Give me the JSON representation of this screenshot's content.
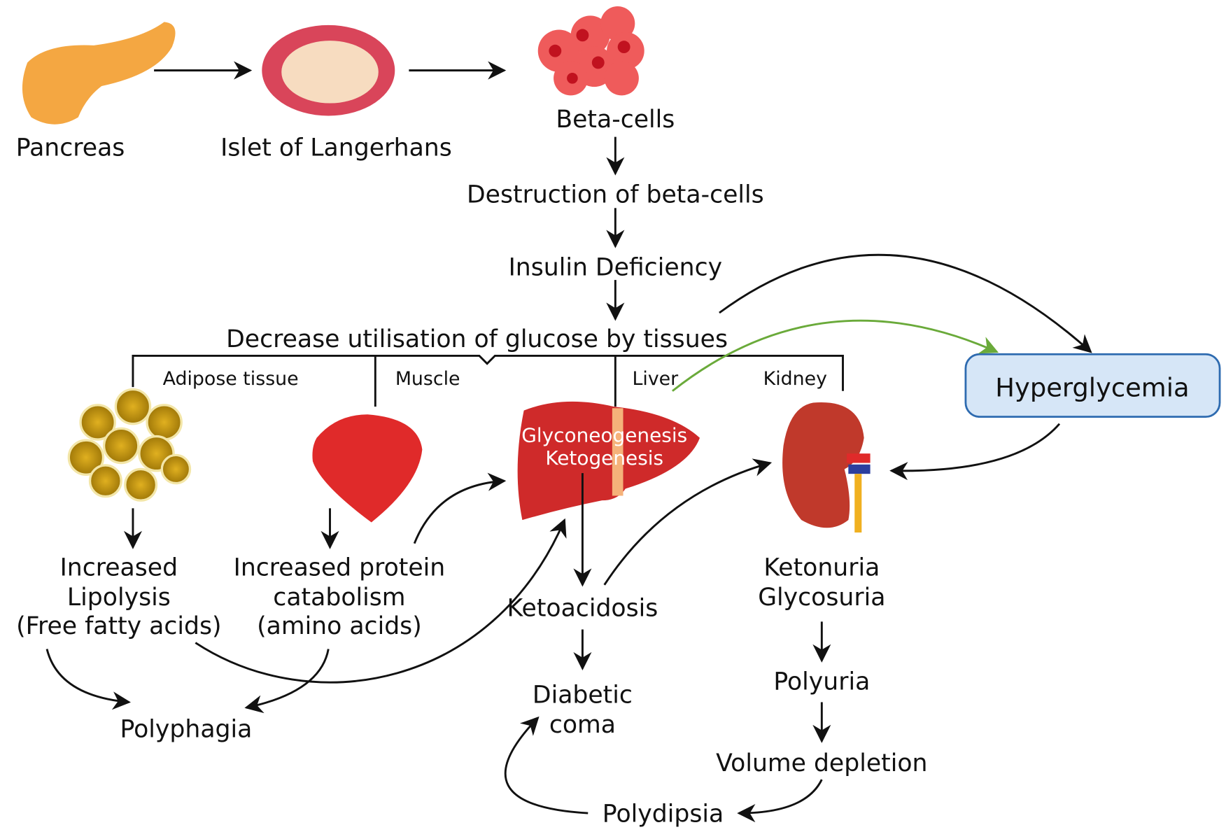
{
  "top": {
    "pancreas": "Pancreas",
    "islet": "Islet of Langerhans",
    "beta": "Beta-cells"
  },
  "chain": {
    "destruction": "Destruction of beta-cells",
    "insulin": "Insulin Deficiency",
    "decrease": "Decrease utilisation of glucose by tissues"
  },
  "tissues": {
    "adipose": "Adipose tissue",
    "muscle": "Muscle",
    "liver": "Liver",
    "kidney": "Kidney"
  },
  "hyperglycemia": "Hyperglycemia",
  "liver_text": [
    "Glyconeogenesis",
    "Ketogenesis"
  ],
  "lipolysis": [
    "Increased",
    "Lipolysis",
    "(Free fatty acids)"
  ],
  "protein": [
    "Increased protein",
    "catabolism",
    "(amino acids)"
  ],
  "ketoacidosis": "Ketoacidosis",
  "coma": [
    "Diabetic",
    "coma"
  ],
  "kidney_out": [
    "Ketonuria",
    "Glycosuria"
  ],
  "polyuria": "Polyuria",
  "volume": "Volume depletion",
  "polydipsia": "Polydipsia",
  "polyphagia": "Polyphagia",
  "colors": {
    "box_fill": "#d6e6f7",
    "box_stroke": "#2e6bb0",
    "green_arrow": "#6aaa3a"
  }
}
